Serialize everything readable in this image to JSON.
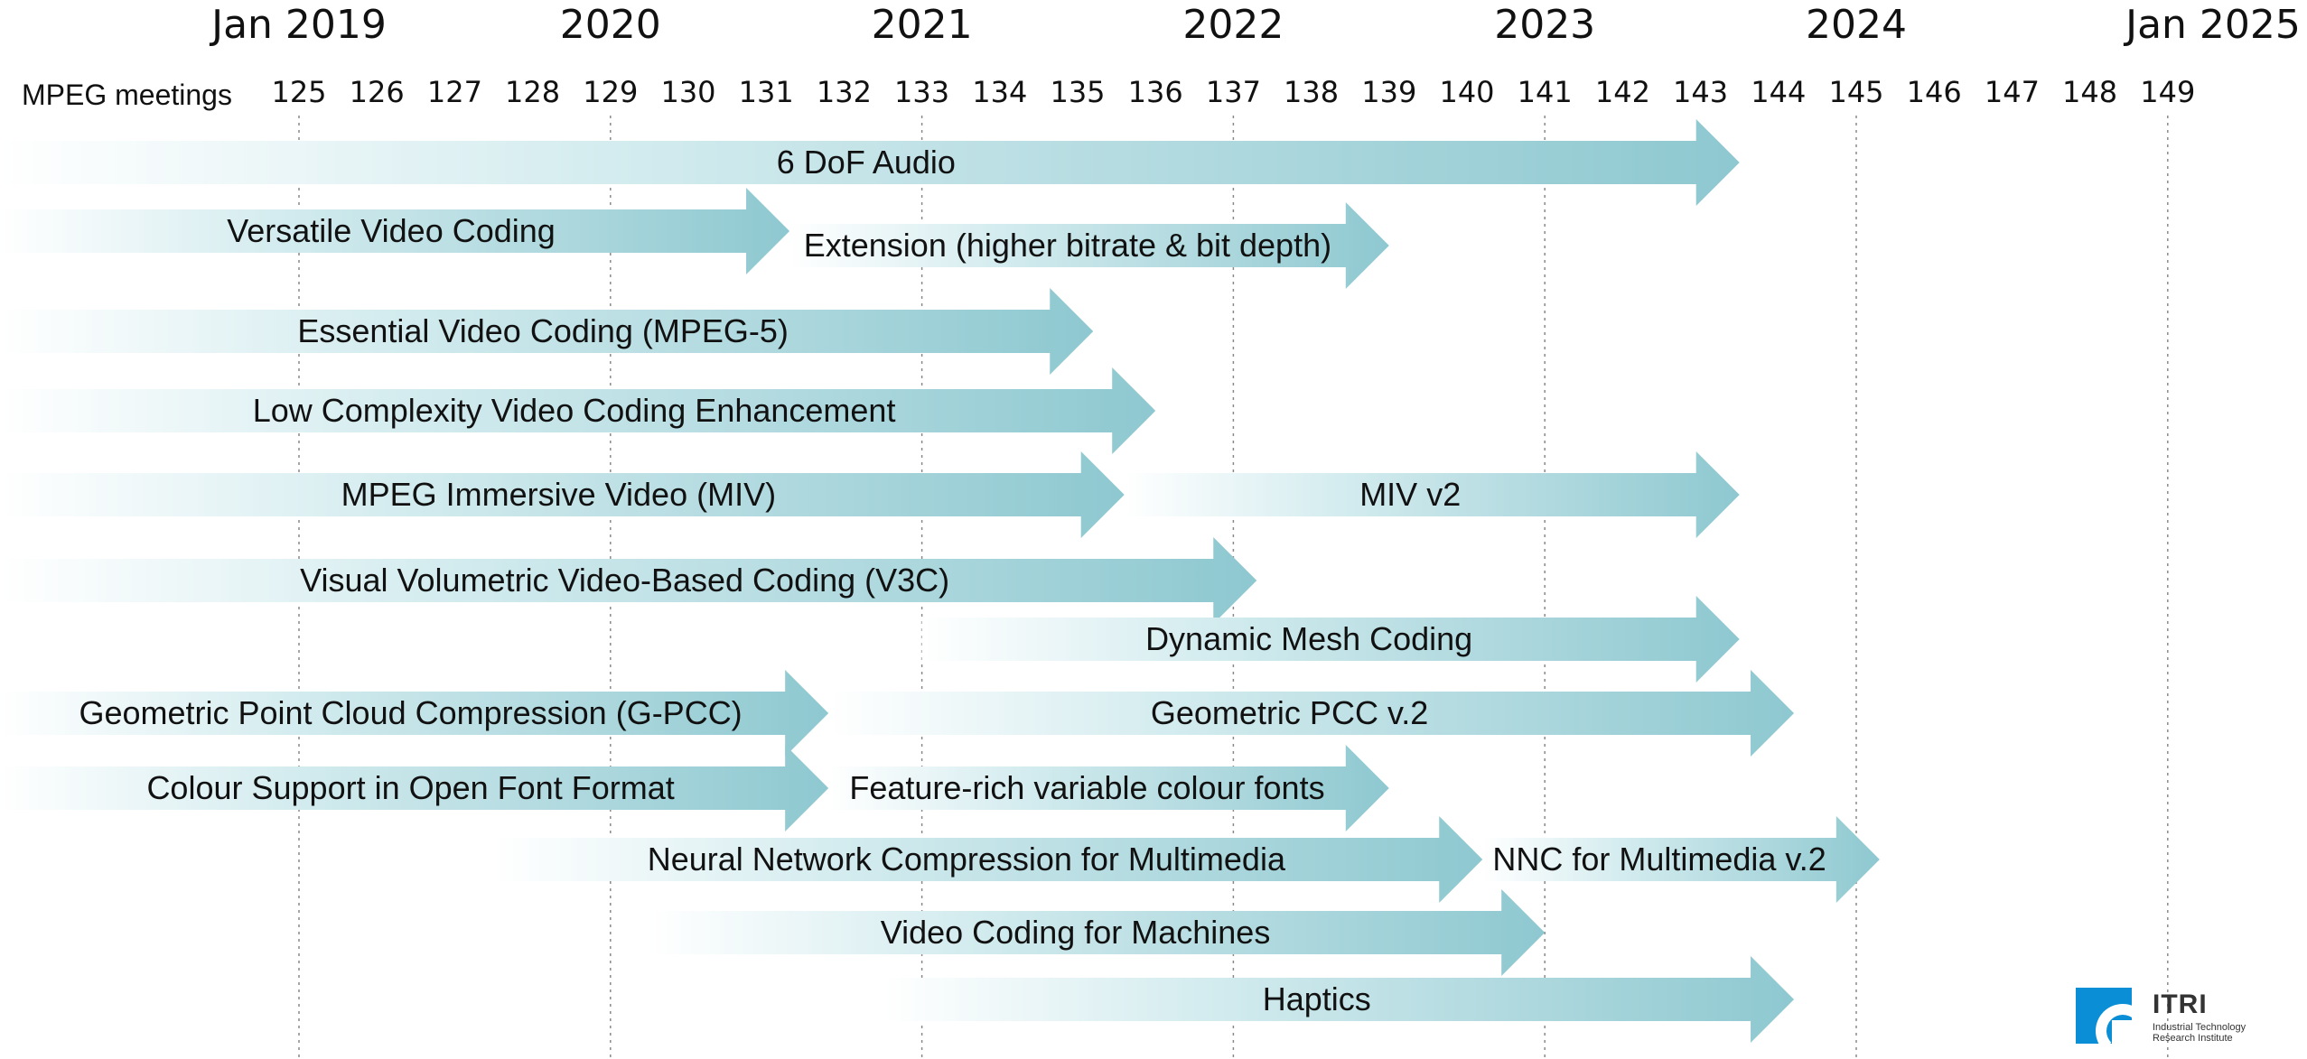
{
  "timeline": {
    "year_labels": [
      "Jan 2019",
      "2020",
      "2021",
      "2022",
      "2023",
      "2024",
      "Jan 2025"
    ],
    "meetings_label": "MPEG meetings",
    "meeting_numbers": [
      "125",
      "126",
      "127",
      "128",
      "129",
      "130",
      "131",
      "132",
      "133",
      "134",
      "135",
      "136",
      "137",
      "138",
      "139",
      "140",
      "141",
      "142",
      "143",
      "144",
      "145",
      "146",
      "147",
      "148",
      "149"
    ]
  },
  "bars": [
    {
      "label": "6 DoF Audio",
      "start_meeting": 119.0,
      "end_meeting": 143.5
    },
    {
      "label": "Versatile Video Coding",
      "start_meeting": 119.0,
      "end_meeting": 131.3
    },
    {
      "label": "Extension (higher bitrate & bit depth)",
      "start_meeting": 131.3,
      "end_meeting": 139.0
    },
    {
      "label": "Essential Video Coding (MPEG-5)",
      "start_meeting": 119.0,
      "end_meeting": 135.2
    },
    {
      "label": "Low Complexity Video Coding Enhancement",
      "start_meeting": 119.0,
      "end_meeting": 136.0
    },
    {
      "label": "MPEG Immersive Video (MIV)",
      "start_meeting": 119.0,
      "end_meeting": 135.6
    },
    {
      "label": "MIV v2",
      "start_meeting": 135.6,
      "end_meeting": 143.5
    },
    {
      "label": "Visual Volumetric Video-Based Coding (V3C)",
      "start_meeting": 119.0,
      "end_meeting": 137.3
    },
    {
      "label": "Dynamic Mesh Coding",
      "start_meeting": 133.0,
      "end_meeting": 143.5
    },
    {
      "label": "Geometric Point Cloud Compression (G-PCC)",
      "start_meeting": 119.0,
      "end_meeting": 131.8
    },
    {
      "label": "Geometric PCC v.2",
      "start_meeting": 131.8,
      "end_meeting": 144.2
    },
    {
      "label": "Colour Support in Open Font Format",
      "start_meeting": 119.0,
      "end_meeting": 131.8
    },
    {
      "label": "Feature-rich variable colour fonts",
      "start_meeting": 131.8,
      "end_meeting": 139.0
    },
    {
      "label": "Neural Network Compression for Multimedia",
      "start_meeting": 127.5,
      "end_meeting": 140.2
    },
    {
      "label": "NNC for Multimedia v.2",
      "start_meeting": 140.2,
      "end_meeting": 145.3
    },
    {
      "label": "Video Coding for Machines",
      "start_meeting": 129.5,
      "end_meeting": 141.0
    },
    {
      "label": "Haptics",
      "start_meeting": 132.5,
      "end_meeting": 144.2
    }
  ],
  "logo": {
    "name": "ITRI",
    "subtitle": "Industrial Technology Research Institute"
  },
  "colors": {
    "bar_end": "#8ec8d0",
    "bar_start": "#ffffff",
    "gridline": "#8a8a8a",
    "text": "#111111",
    "logo_blue": "#0a8fd6"
  }
}
